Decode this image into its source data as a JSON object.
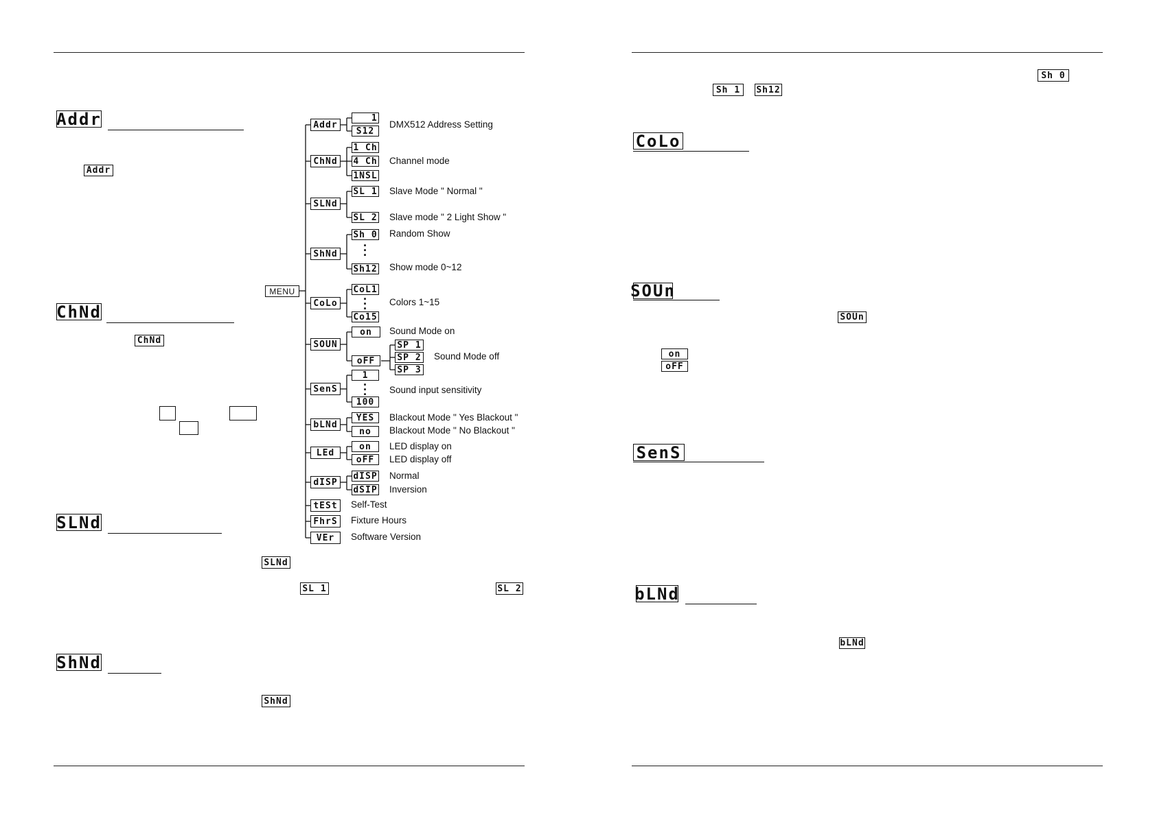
{
  "page_left": {
    "sections": [
      {
        "code": "Addr",
        "inline_code": "Addr"
      },
      {
        "code": "ChNd",
        "inline_code": "ChNd"
      },
      {
        "code": "SLNd",
        "inline_codes": [
          "SLNd",
          "SL 1",
          "SL 2"
        ]
      },
      {
        "code": "ShNd",
        "inline_code": "ShNd"
      }
    ],
    "menu_key": "MENU",
    "tree": [
      {
        "code": "Addr",
        "options": [
          "   1",
          "S12"
        ],
        "label": "DMX512 Address Setting"
      },
      {
        "code": "ChNd",
        "options": [
          "1 Ch",
          "4 Ch",
          "1NSL"
        ],
        "label": "Channel mode"
      },
      {
        "code": "SLNd",
        "options": [
          "SL 1",
          "SL 2"
        ],
        "labels": [
          "Slave Mode \" Normal \"",
          "Slave mode \" 2 Light Show \""
        ]
      },
      {
        "code": "ShNd",
        "options": [
          "Sh 0",
          "Sh12"
        ],
        "labels": [
          "Random Show",
          "Show mode 0~12"
        ]
      },
      {
        "code": "CoLo",
        "options": [
          "CoL1",
          "Co15"
        ],
        "label": "Colors 1~15"
      },
      {
        "code": "SOUN",
        "options": [
          "on",
          "oFF"
        ],
        "sub_options": [
          "SP 1",
          "SP 2",
          "SP 3"
        ],
        "labels": [
          "Sound Mode on",
          "Sound Mode off"
        ]
      },
      {
        "code": "SenS",
        "options": [
          "1",
          "100"
        ],
        "label": "Sound input sensitivity"
      },
      {
        "code": "bLNd",
        "options": [
          "YES",
          "no"
        ],
        "labels": [
          "Blackout Mode \" Yes Blackout \"",
          "Blackout Mode \" No Blackout \""
        ]
      },
      {
        "code": "LEd",
        "options": [
          "on",
          "oFF"
        ],
        "labels": [
          "LED display on",
          "LED display off"
        ]
      },
      {
        "code": "dISP",
        "options": [
          "dISP",
          "dSIP"
        ],
        "labels": [
          "Normal",
          "Inversion"
        ]
      },
      {
        "code": "tESt",
        "label": "Self-Test"
      },
      {
        "code": "FhrS",
        "label": "Fixture Hours"
      },
      {
        "code": "VEr",
        "label": "Software Version"
      }
    ]
  },
  "page_right": {
    "top_codes": [
      "Sh 0",
      "Sh 1",
      "Sh12"
    ],
    "sections": [
      {
        "code": "CoLo"
      },
      {
        "code": "SOUn",
        "inline_code": "SOUn",
        "options": [
          "on",
          "oFF"
        ]
      },
      {
        "code": "SenS"
      },
      {
        "code": "bLNd",
        "inline_code": "bLNd"
      }
    ]
  }
}
